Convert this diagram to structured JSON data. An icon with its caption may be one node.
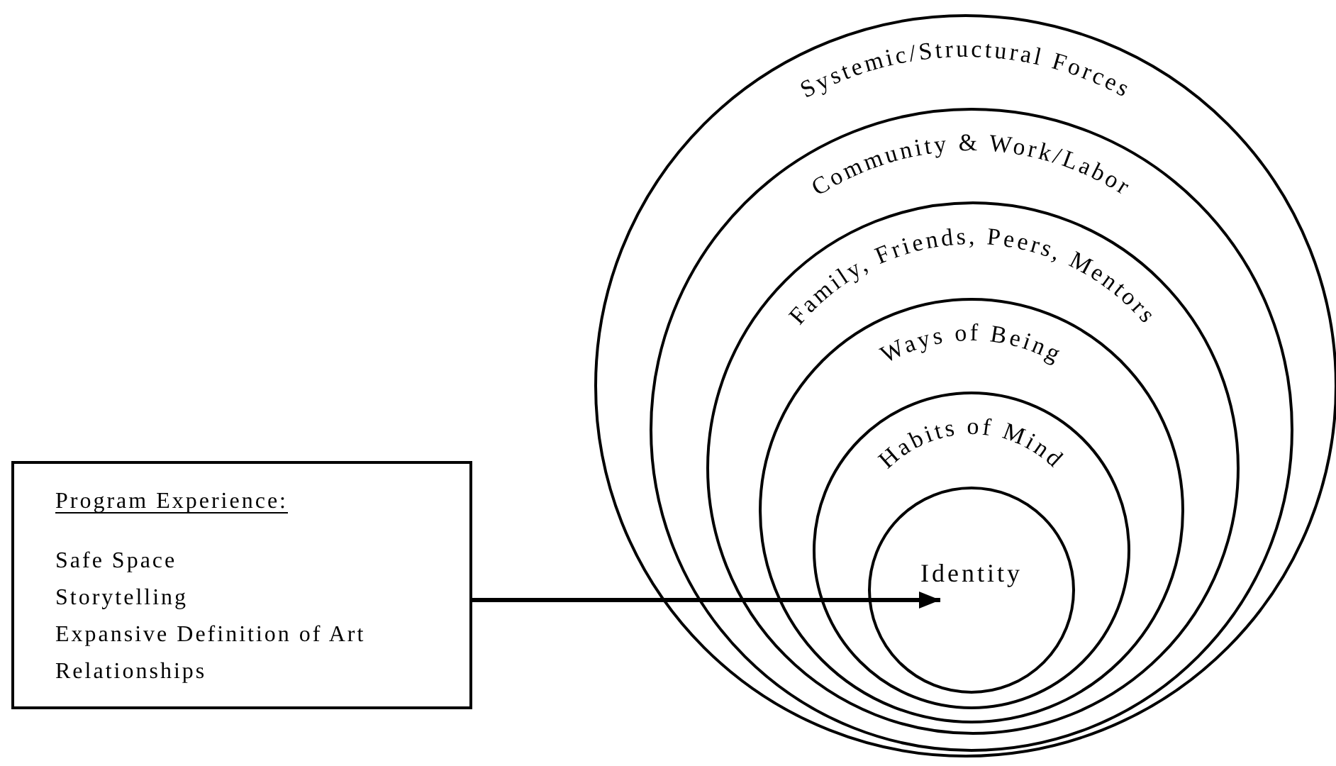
{
  "diagram": {
    "nodes": [
      {
        "text": [
          "Program Experience:",
          "Safe Space",
          "Storytelling",
          "Expansive Definition of Art",
          "Relationships"
        ]
      },
      {
        "text": [
          "Systemic/Structural Forces"
        ]
      },
      {
        "text": [
          "Community & Work/Labor"
        ],
        "in": 1
      },
      {
        "text": [
          "Family, Friends, Peers, Mentors"
        ],
        "in": 2
      },
      {
        "text": [
          "Ways of Being"
        ],
        "in": 3
      },
      {
        "text": [
          "Habits of Mind"
        ],
        "in": 4
      },
      {
        "text": [
          "Identity"
        ],
        "in": 5
      }
    ],
    "edges": [
      {
        "from": 0,
        "to": 6,
        "arrow": "to"
      }
    ]
  }
}
